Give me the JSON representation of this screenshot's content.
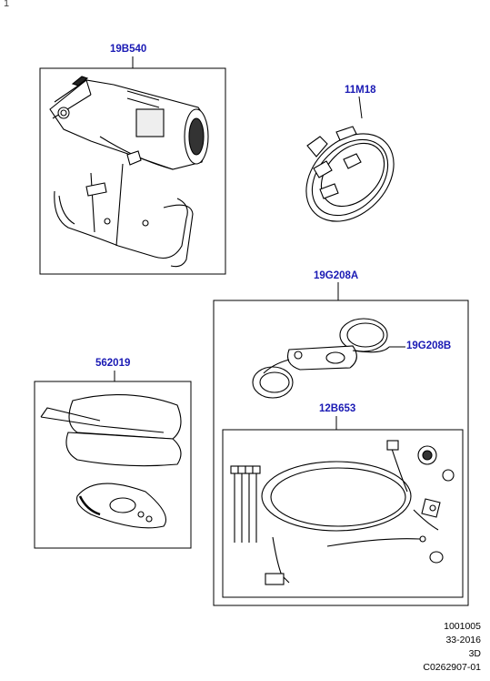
{
  "corner_mark": "1",
  "parts": {
    "p1": "19B540",
    "p2": "11M18",
    "p3": "19G208A",
    "p4": "19G208B",
    "p5": "562019",
    "p6": "12B653"
  },
  "footer": {
    "line1": "1001005",
    "line2": "33-2016",
    "line3": "3D",
    "line4": "C0262907-01"
  }
}
